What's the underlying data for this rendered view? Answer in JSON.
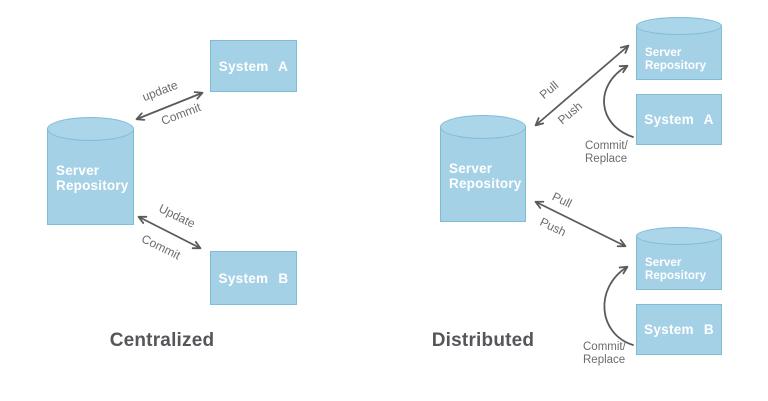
{
  "colors": {
    "background": "#ffffff",
    "node_fill": "#a5d1e6",
    "cylinder_top_fill": "#abd5e9",
    "node_border": "#7fbcd9",
    "node_text": "#ffffff",
    "arrow": "#595a5c",
    "arrow_label_text": "#6b6c6f",
    "title_text": "#55565a"
  },
  "centralized": {
    "title": "Centralized",
    "server_repository_label": "Server Repository",
    "system_a_label": "System A",
    "system_b_label": "System B",
    "system_a_arrow": {
      "update_label": "update",
      "commit_label": "Commit"
    },
    "system_b_arrow": {
      "update_label": "Update",
      "commit_label": "Commit"
    }
  },
  "distributed": {
    "title": "Distributed",
    "main_server_repository_label": "Server Repository",
    "remote_a": {
      "server_repository_label": "Server Repository",
      "system_label": "System A",
      "pull_label": "Pull",
      "push_label": "Push",
      "commit_replace_label": "Commit/\nReplace"
    },
    "remote_b": {
      "server_repository_label": "Server Repository",
      "system_label": "System B",
      "pull_label": "Pull",
      "push_label": "Push",
      "commit_replace_label": "Commit/\nReplace"
    }
  }
}
